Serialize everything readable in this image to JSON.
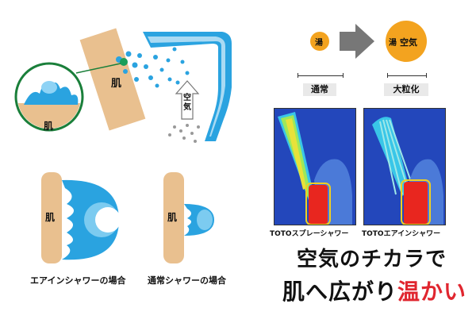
{
  "top_left": {
    "skin_label": "肌",
    "skin_label_circle": "肌",
    "air_label": "空\n気"
  },
  "compare": {
    "air_in_label": "肌",
    "normal_label": "肌",
    "caption_air_in": "エアインシャワーの場合",
    "caption_normal": "通常シャワーの場合"
  },
  "droplets": {
    "small_label": "湯",
    "large_label_1": "湯",
    "large_label_2": "空気",
    "tag_normal": "通常",
    "tag_large": "大粒化"
  },
  "thermal": {
    "caption_spray": "TOTOスプレーシャワー",
    "caption_airin": "TOTOエアインシャワー"
  },
  "headline": {
    "line1": "空気のチカラで",
    "line2_a": "肌へ広がり",
    "line2_b": "温かい"
  },
  "colors": {
    "blue": "#2aa3e0",
    "skin": "#e9c08f",
    "orange": "#f3a31f",
    "red_text": "#e0262f",
    "green": "#1a7f3a"
  }
}
